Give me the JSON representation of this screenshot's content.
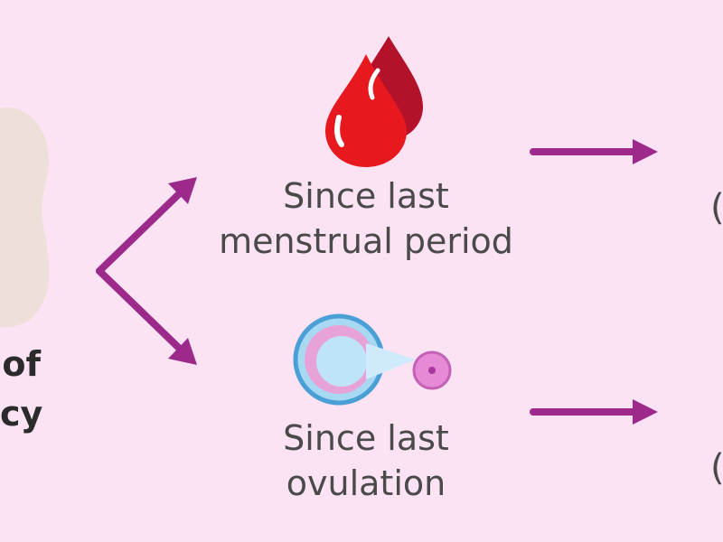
{
  "methods": [
    {
      "line1": "Since last",
      "line2": "menstrual period",
      "icon": "blood-drop-icon"
    },
    {
      "line1": "Since last",
      "line2": "ovulation",
      "icon": "ovary-follicle-icon"
    }
  ],
  "left_label": {
    "line1": "of",
    "line2": "cy"
  },
  "right_fragments": {
    "top": "(",
    "bottom": "("
  },
  "colors": {
    "background": "#fbe3f4",
    "arrow": "#9b2a8a",
    "blood_dark": "#b3122a",
    "blood_light": "#e8181f",
    "follicle_blue": "#a8d9f2",
    "follicle_pink": "#e7a3d8",
    "egg": "#e68ad6"
  }
}
